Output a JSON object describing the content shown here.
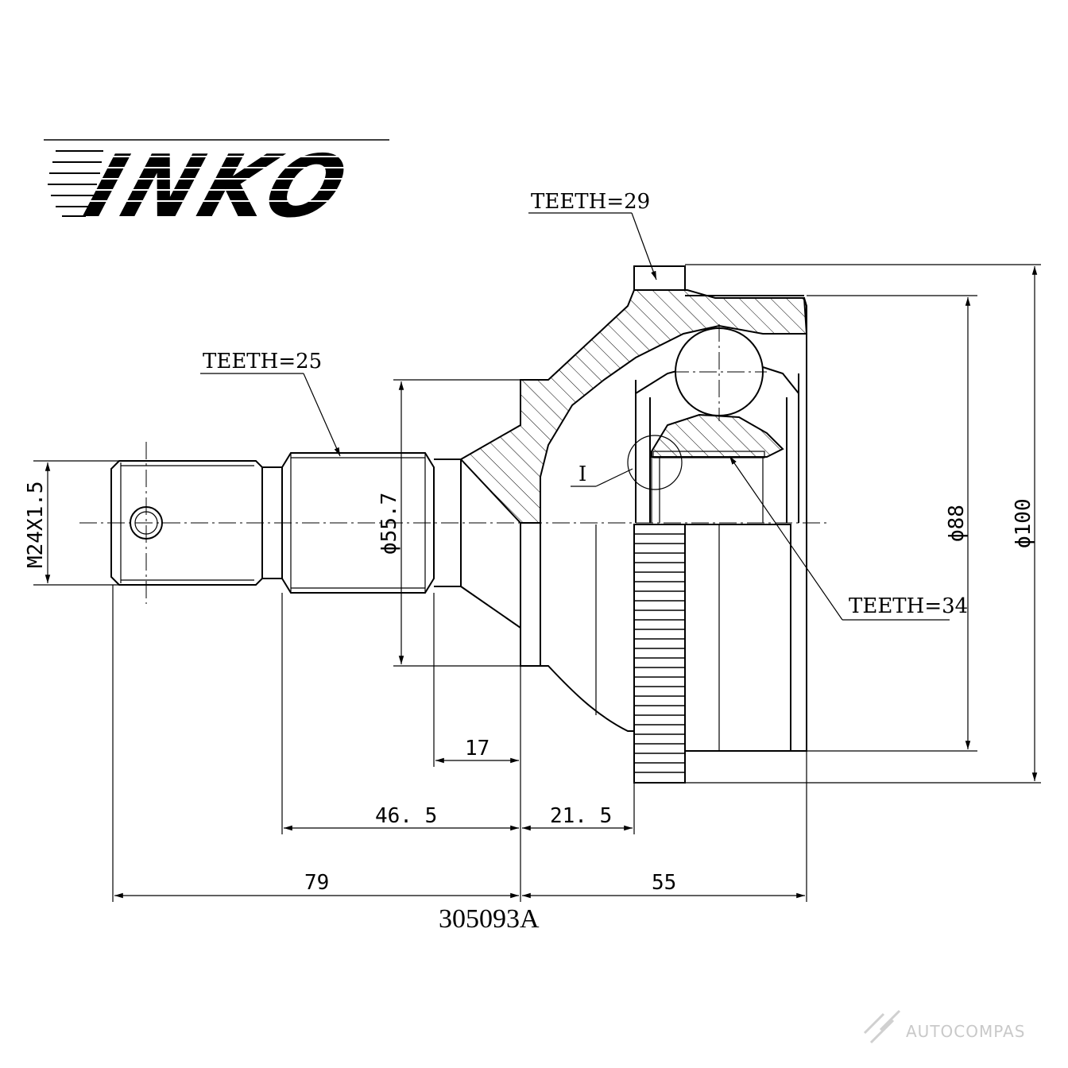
{
  "logo": {
    "text": "INKO"
  },
  "part_number": "305093A",
  "labels": {
    "teeth_top": "TEETH=29",
    "teeth_shaft": "TEETH=25",
    "teeth_inner": "TEETH=34",
    "detail_mark": "I"
  },
  "dimensions": {
    "thread": "M24X1.5",
    "shaft_dia": "ϕ55.7",
    "dia_88": "ϕ88",
    "dia_100": "ϕ100",
    "len_17": "17",
    "len_46_5": "46. 5",
    "len_21_5": "21. 5",
    "len_79": "79",
    "len_55": "55"
  },
  "watermark": {
    "text": "AUTOCOMPAS"
  }
}
